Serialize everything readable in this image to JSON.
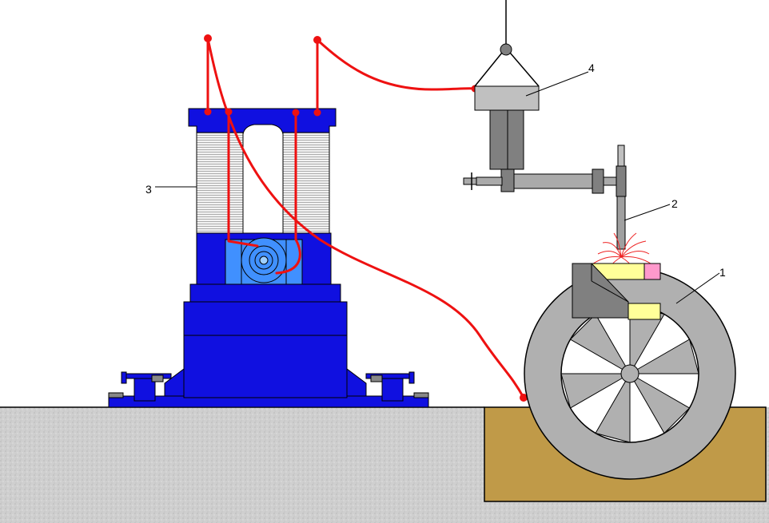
{
  "labels": {
    "l1": "1",
    "l2": "2",
    "l3": "3",
    "l4": "4"
  },
  "colors": {
    "ground": "#c8c8c8",
    "pit": "#c09a48",
    "machine": "#1010e0",
    "machine_dark": "#0a0ab0",
    "rotor": "#4090ff",
    "cable": "#ee1111",
    "wheel": "#b0b0b0",
    "head": "#c0c0c0",
    "head_dark": "#808080",
    "weld_yellow": "#ffff99",
    "weld_pink": "#ff99cc"
  }
}
